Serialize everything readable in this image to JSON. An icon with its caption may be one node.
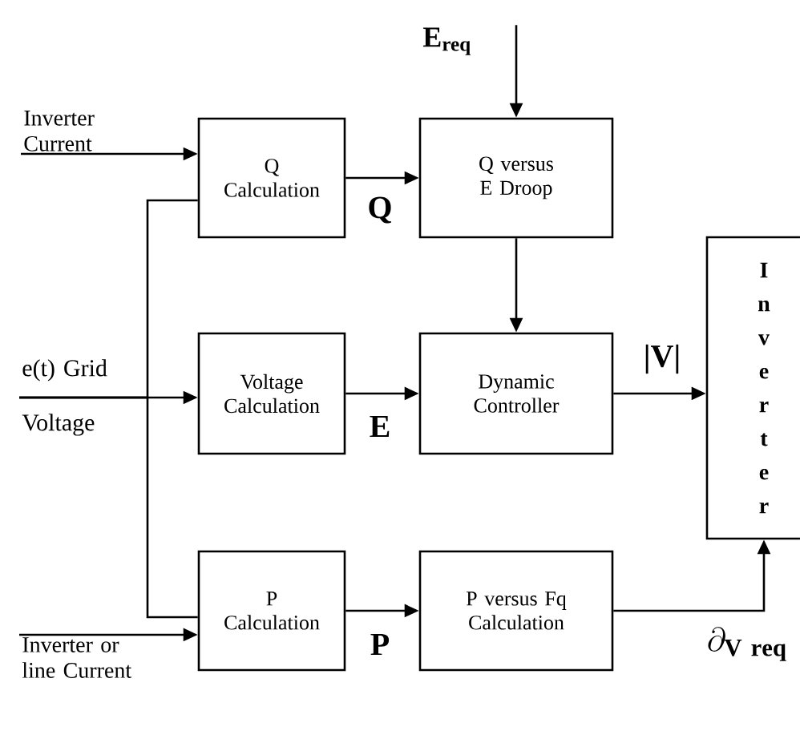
{
  "diagram": {
    "nodes": [
      {
        "text": [
          "Q Calculation"
        ]
      },
      {
        "text": [
          "Q versus E Droop"
        ]
      },
      {
        "text": [
          "Voltage Calculation"
        ]
      },
      {
        "text": [
          "Dynamic Controller"
        ]
      },
      {
        "text": [
          "Inverter"
        ]
      },
      {
        "text": [
          "P Calculation"
        ]
      },
      {
        "text": [
          "P versus Fq Calculation"
        ]
      },
      {
        "text": [
          "Inverter Current"
        ]
      },
      {
        "text": [
          "e(t) Grid Voltage"
        ]
      },
      {
        "text": [
          "Inverter or line Current"
        ]
      },
      {
        "text": [
          "E$_{req}$"
        ]
      }
    ],
    "edges": [
      {
        "from": 7,
        "to": 0,
        "arrow": "to"
      },
      {
        "from": 8,
        "to": 0,
        "arrow": "none"
      },
      {
        "from": 8,
        "to": 2,
        "arrow": "to"
      },
      {
        "from": 8,
        "to": 5,
        "arrow": "none"
      },
      {
        "from": 9,
        "to": 5,
        "arrow": "to"
      },
      {
        "from": 10,
        "to": 1,
        "arrow": "to"
      },
      {
        "from": 0,
        "to": 1,
        "arrow": "to",
        "label": "Q"
      },
      {
        "from": 1,
        "to": 3,
        "arrow": "to"
      },
      {
        "from": 2,
        "to": 3,
        "arrow": "to",
        "label": "E"
      },
      {
        "from": 3,
        "to": 4,
        "arrow": "to",
        "label": "|V|"
      },
      {
        "from": 5,
        "to": 6,
        "arrow": "to",
        "label": "P"
      },
      {
        "from": 6,
        "to": 4,
        "arrow": "to",
        "label": "\\partial_{\\mathbf{V\\ req}}"
      }
    ]
  }
}
